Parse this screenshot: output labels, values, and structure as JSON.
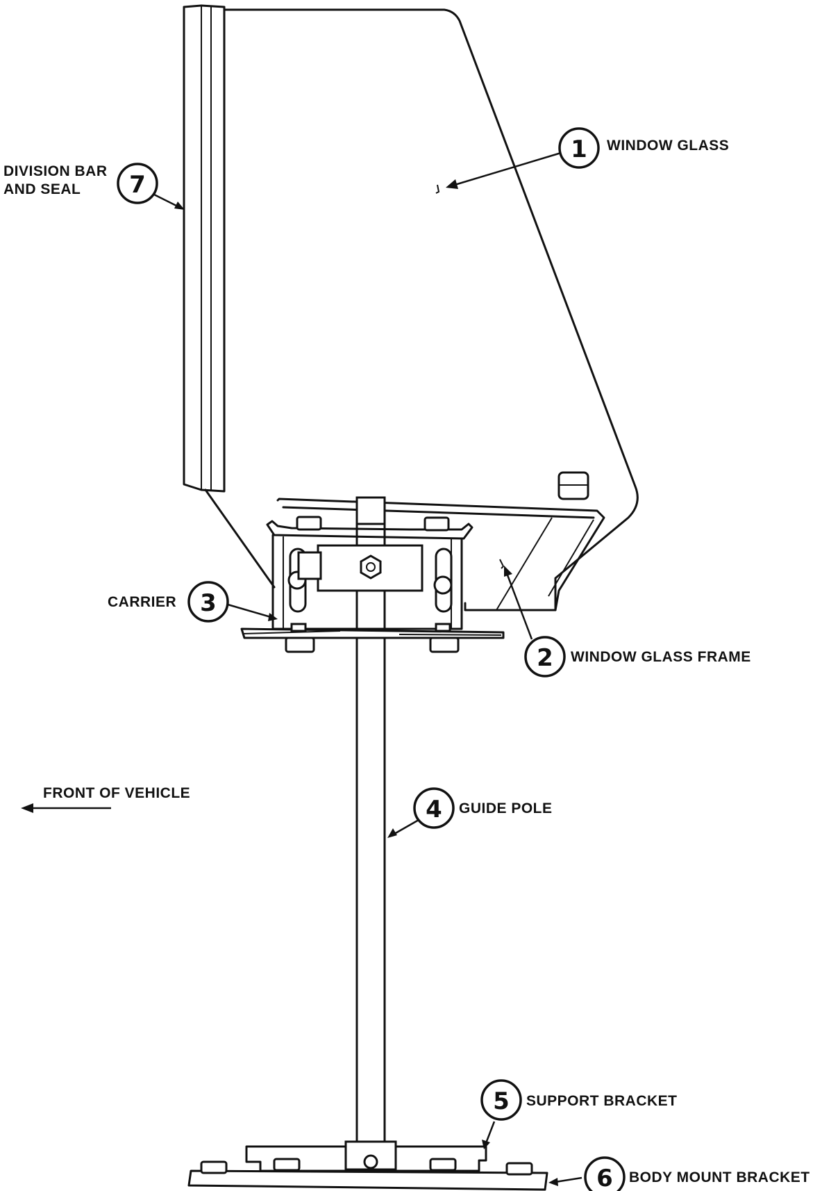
{
  "callouts": [
    {
      "number": "1",
      "label": "WINDOW GLASS"
    },
    {
      "number": "2",
      "label": "WINDOW GLASS FRAME"
    },
    {
      "number": "3",
      "label": "CARRIER"
    },
    {
      "number": "4",
      "label": "GUIDE POLE"
    },
    {
      "number": "5",
      "label": "SUPPORT BRACKET"
    },
    {
      "number": "6",
      "label": "BODY MOUNT BRACKET"
    },
    {
      "number": "7",
      "label_line1": "DIVISION BAR",
      "label_line2": "AND SEAL"
    }
  ],
  "direction": {
    "label": "FRONT OF VEHICLE"
  },
  "colors": {
    "ink": "#111111",
    "background": "#ffffff"
  }
}
